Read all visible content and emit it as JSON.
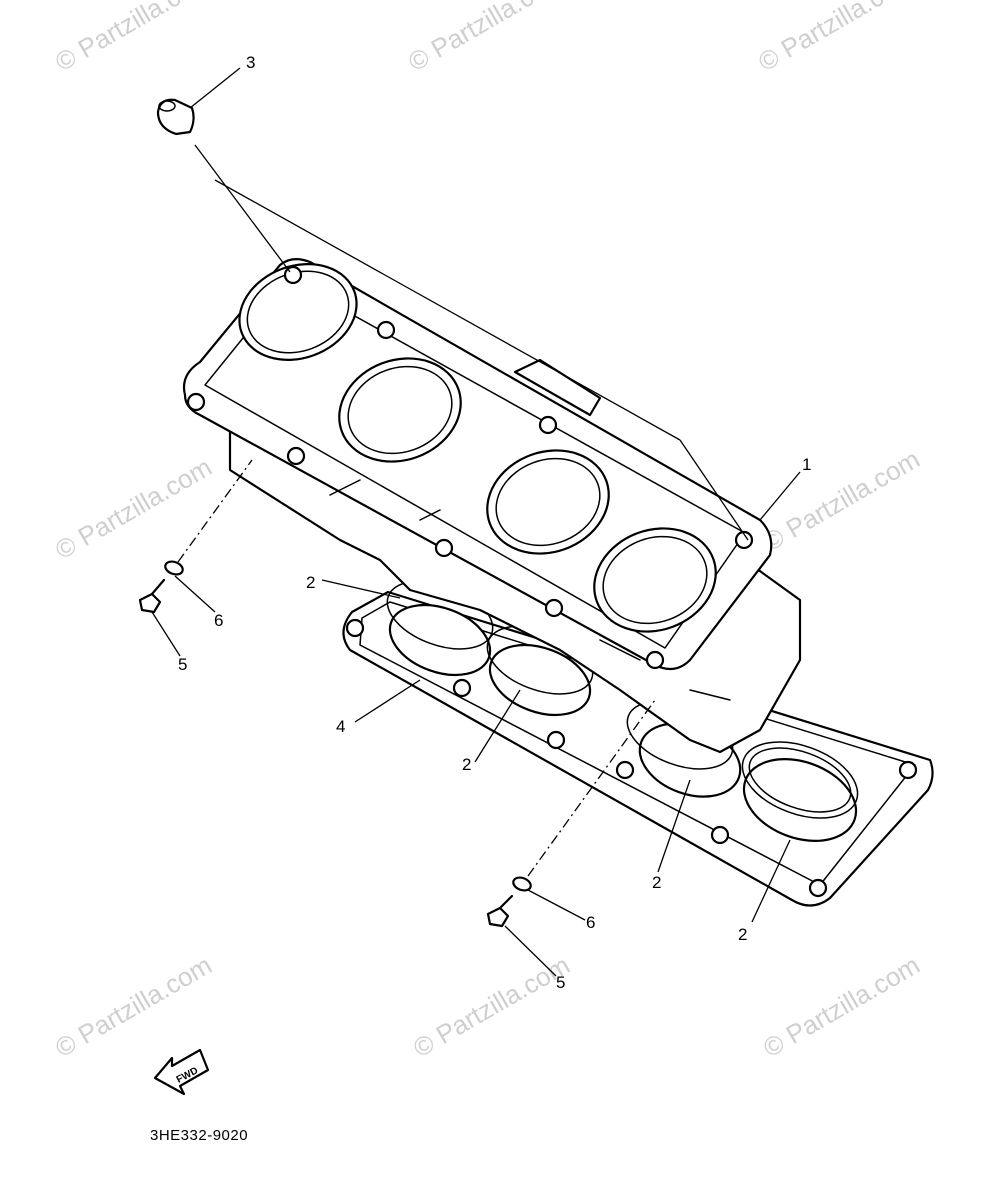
{
  "diagram": {
    "callouts": {
      "c1": "1",
      "c2a": "2",
      "c2b": "2",
      "c2c": "2",
      "c2d": "2",
      "c3": "3",
      "c4": "4",
      "c5a": "5",
      "c5b": "5",
      "c6a": "6",
      "c6b": "6"
    },
    "fwd_label": "FWD",
    "part_code": "3HE332-9020",
    "watermark": "© Partzilla.com"
  }
}
